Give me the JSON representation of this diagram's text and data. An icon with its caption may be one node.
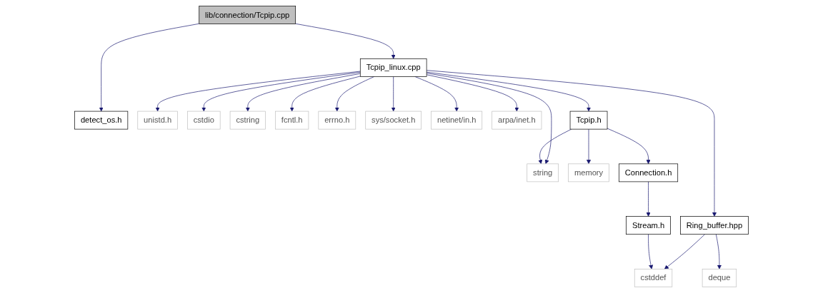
{
  "diagram": {
    "nodes": [
      {
        "text": [
          "lib/connection/Tcpip.cpp"
        ]
      },
      {
        "text": [
          "detect_os.h"
        ]
      },
      {
        "text": [
          "Tcpip_linux.cpp"
        ]
      },
      {
        "text": [
          "unistd.h"
        ]
      },
      {
        "text": [
          "cstdio"
        ]
      },
      {
        "text": [
          "cstring"
        ]
      },
      {
        "text": [
          "fcntl.h"
        ]
      },
      {
        "text": [
          "errno.h"
        ]
      },
      {
        "text": [
          "sys/socket.h"
        ]
      },
      {
        "text": [
          "netinet/in.h"
        ]
      },
      {
        "text": [
          "arpa/inet.h"
        ]
      },
      {
        "text": [
          "Tcpip.h"
        ]
      },
      {
        "text": [
          "Ring_buffer.hpp"
        ]
      },
      {
        "text": [
          "string"
        ]
      },
      {
        "text": [
          "memory"
        ]
      },
      {
        "text": [
          "Connection.h"
        ]
      },
      {
        "text": [
          "deque"
        ]
      },
      {
        "text": [
          "Stream.h"
        ]
      },
      {
        "text": [
          "cstddef"
        ]
      }
    ],
    "edges": [
      {
        "from": 0,
        "to": 1,
        "arrow": "to"
      },
      {
        "from": 0,
        "to": 2,
        "arrow": "to"
      },
      {
        "from": 2,
        "to": 3,
        "arrow": "to"
      },
      {
        "from": 2,
        "to": 4,
        "arrow": "to"
      },
      {
        "from": 2,
        "to": 5,
        "arrow": "to"
      },
      {
        "from": 2,
        "to": 6,
        "arrow": "to"
      },
      {
        "from": 2,
        "to": 7,
        "arrow": "to"
      },
      {
        "from": 2,
        "to": 8,
        "arrow": "to"
      },
      {
        "from": 2,
        "to": 9,
        "arrow": "to"
      },
      {
        "from": 2,
        "to": 10,
        "arrow": "to"
      },
      {
        "from": 2,
        "to": 11,
        "arrow": "to"
      },
      {
        "from": 2,
        "to": 13,
        "arrow": "to"
      },
      {
        "from": 2,
        "to": 12,
        "arrow": "to"
      },
      {
        "from": 11,
        "to": 13,
        "arrow": "to"
      },
      {
        "from": 11,
        "to": 14,
        "arrow": "to"
      },
      {
        "from": 11,
        "to": 15,
        "arrow": "to"
      },
      {
        "from": 12,
        "to": 18,
        "arrow": "to"
      },
      {
        "from": 12,
        "to": 16,
        "arrow": "to"
      },
      {
        "from": 15,
        "to": 17,
        "arrow": "to"
      },
      {
        "from": 17,
        "to": 18,
        "arrow": "to"
      }
    ]
  }
}
